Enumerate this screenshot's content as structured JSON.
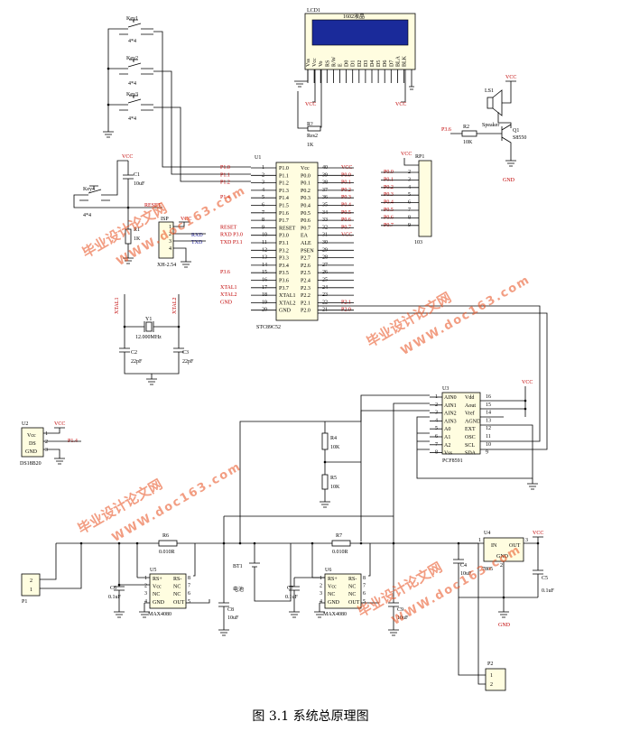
{
  "caption": "图 3.1 系统总原理图",
  "watermarks": [
    {
      "cn": "毕业设计论文网",
      "url": "WWW.doc163.com"
    },
    {
      "cn": "毕业设计论文网",
      "url": "WWW.doc163.com"
    },
    {
      "cn": "毕业设计论文网",
      "url": "WWW.doc163.com"
    },
    {
      "cn": "毕业设计论文网",
      "url": "WWW.doc163.com"
    }
  ],
  "keys": {
    "key1": "Key1",
    "key2": "Key2",
    "key3": "Key3",
    "key4": "Key4",
    "size": "4*4"
  },
  "lcd": {
    "name": "LCD1",
    "model": "1602液晶",
    "pins": [
      "Vss",
      "Vcc",
      "Vo",
      "RS",
      "R/W",
      "E",
      "D0",
      "D1",
      "D2",
      "D3",
      "D4",
      "D5",
      "D6",
      "D7",
      "BLA",
      "BLK"
    ]
  },
  "speaker": {
    "ref": "LS1",
    "label": "Speaker"
  },
  "transistor": {
    "ref": "Q1",
    "model": "S8550",
    "net": "P3.6",
    "r_ref": "R2",
    "r_val": "10K"
  },
  "power": {
    "vcc": "VCC",
    "gnd": "GND"
  },
  "mcu": {
    "ref": "U1",
    "model": "STC89C52",
    "left_nets": [
      "P1.0",
      "P1.1",
      "P1.2",
      "",
      "P1.4",
      "",
      "",
      "",
      "RESET",
      "RXD P3.0",
      "TXD P3.1",
      "",
      "",
      "",
      "P3.6",
      "",
      "XTAL1",
      "XTAL2",
      "GND"
    ],
    "left_pins": [
      "P1.0",
      "P1.1",
      "P1.2",
      "P1.3",
      "P1.4",
      "P1.5",
      "P1.6",
      "P1.7",
      "RESET",
      "P3.0",
      "P3.1",
      "P3.2",
      "P3.3",
      "P3.4",
      "P3.5",
      "P3.6",
      "P3.7",
      "XTAL1",
      "XTAL2",
      "GND"
    ],
    "left_nums": [
      "1",
      "2",
      "3",
      "4",
      "5",
      "6",
      "7",
      "8",
      "9",
      "10",
      "11",
      "12",
      "13",
      "14",
      "15",
      "16",
      "17",
      "18",
      "19",
      "20"
    ],
    "right_pins": [
      "Vcc",
      "P0.0",
      "P0.1",
      "P0.2",
      "P0.3",
      "P0.4",
      "P0.5",
      "P0.6",
      "P0.7",
      "EA",
      "ALE",
      "PSEN",
      "P2.7",
      "P2.6",
      "P2.5",
      "P2.4",
      "P2.3",
      "P2.2",
      "P2.1",
      "P2.0"
    ],
    "right_nums": [
      "40",
      "39",
      "38",
      "37",
      "36",
      "35",
      "34",
      "33",
      "32",
      "31",
      "30",
      "29",
      "28",
      "27",
      "26",
      "25",
      "24",
      "23",
      "22",
      "21"
    ],
    "right_nets": [
      "VCC",
      "P0.0",
      "P0.1",
      "P0.2",
      "P0.3",
      "P0.4",
      "P0.5",
      "P0.6",
      "P0.7",
      "VCC",
      "",
      "",
      "",
      "",
      "",
      "",
      "",
      "",
      "P2.1",
      "P2.0"
    ]
  },
  "rp1": {
    "ref": "RP1",
    "value": "103",
    "nets": [
      "P0.0",
      "P0.1",
      "P0.2",
      "P0.3",
      "P0.4",
      "P0.5",
      "P0.6",
      "P0.7"
    ],
    "nums": [
      "2",
      "3",
      "4",
      "5",
      "6",
      "7",
      "8",
      "9"
    ]
  },
  "reset": {
    "cap_ref": "C1",
    "cap_val": "10uF",
    "r_ref": "R1",
    "r_val": "1K",
    "net": "RESET"
  },
  "rk": {
    "ref": "R?",
    "value": "1K",
    "label": "Res2"
  },
  "isp": {
    "ref": "ISP",
    "model": "XH-2.54",
    "pins": [
      "1",
      "2",
      "3",
      "4"
    ],
    "rxd": "RXD",
    "txd": "TXD"
  },
  "crystal": {
    "ref": "Y1",
    "value": "12.000MHz",
    "c2": "C2",
    "c3": "C3",
    "cval": "22pF",
    "x1": "XTAL1",
    "x2": "XTAL2"
  },
  "ds": {
    "ref": "U2",
    "model": "DS18B20",
    "pins": [
      "Vcc",
      "DS",
      "GND"
    ],
    "nums": [
      "1",
      "2",
      "3"
    ],
    "net": "P1.4"
  },
  "adc": {
    "ref": "U3",
    "model": "PCF8591",
    "left": [
      "AIN0",
      "AIN1",
      "AIN2",
      "AIN3",
      "A0",
      "A1",
      "A2",
      "Vss"
    ],
    "lnums": [
      "1",
      "2",
      "3",
      "4",
      "5",
      "6",
      "7",
      "8"
    ],
    "right": [
      "Vdd",
      "Aout",
      "Vref",
      "AGND",
      "EXT",
      "OSC",
      "SCL",
      "SDA"
    ],
    "rnums": [
      "16",
      "15",
      "14",
      "13",
      "12",
      "11",
      "10",
      "9"
    ]
  },
  "divider": {
    "r4": "R4",
    "r5": "R5",
    "val": "10K"
  },
  "shunt": {
    "r6": "R6",
    "r7": "R7",
    "val": "0.010R"
  },
  "max": {
    "u5": "U5",
    "u6": "U6",
    "model": "MAX4080",
    "left": [
      "RS+",
      "Vcc",
      "NC",
      "GND"
    ],
    "right": [
      "RS-",
      "NC",
      "NC",
      "OUT"
    ],
    "lnums": [
      "1",
      "2",
      "3",
      "4"
    ],
    "rnums": [
      "8",
      "7",
      "6",
      "5"
    ]
  },
  "caps": {
    "c6": "C6",
    "c7": "C7",
    "c8": "C8",
    "c9": "C9",
    "c4": "C4",
    "c5": "C5",
    "v01": "0.1uF",
    "v10": "10uF"
  },
  "battery": {
    "ref": "BT1",
    "label": "电池"
  },
  "reg": {
    "ref": "U4",
    "model": "7805",
    "in": "IN",
    "out": "OUT",
    "gnd": "GND",
    "n1": "1",
    "n2": "2",
    "n3": "3"
  },
  "conn": {
    "p1": "P1",
    "p2": "P2",
    "n1": "1",
    "n2": "2"
  }
}
